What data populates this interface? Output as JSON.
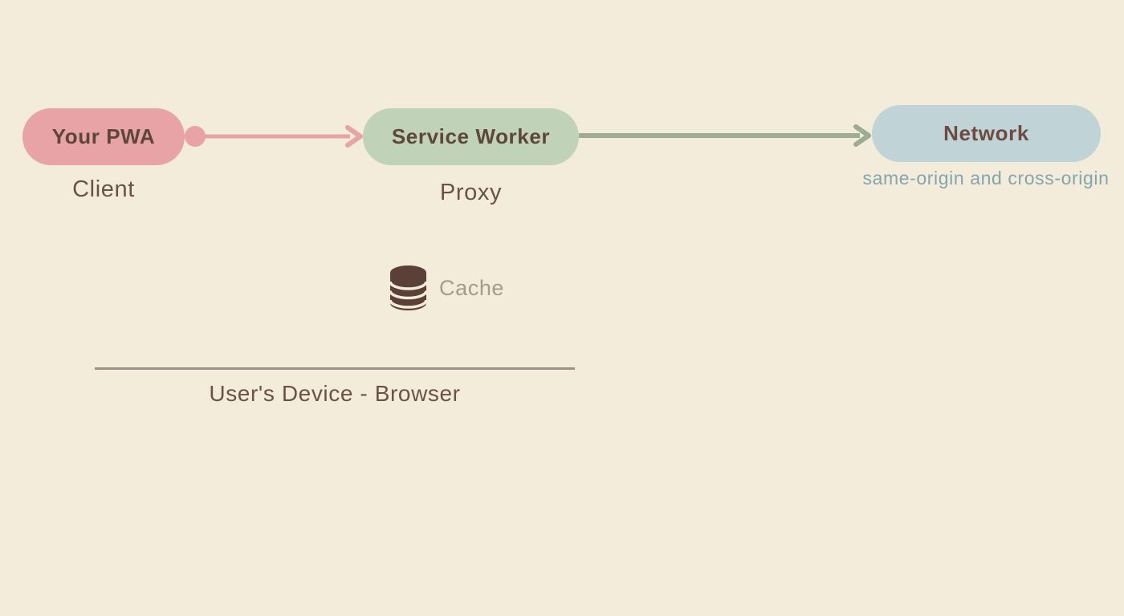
{
  "colors": {
    "background": "#f4ecdb",
    "pink": "#e8a3a7",
    "green_pill": "#c1d3b7",
    "green_arrow": "#9dac94",
    "blue_pill": "#c0d4d8",
    "pill_text_brown": "#5d463c",
    "network_text_brown": "#6e4a41",
    "sublabel_brown": "#6a5247",
    "origin_blue": "#83a5af",
    "cache_icon_brown": "#5a4038",
    "cache_label_gray": "#a49a90",
    "device_line_brown": "#a18f87"
  },
  "nodes": {
    "pwa": {
      "label": "Your PWA",
      "sublabel": "Client"
    },
    "service_worker": {
      "label": "Service Worker",
      "sublabel": "Proxy"
    },
    "network": {
      "label": "Network",
      "sublabel": "same-origin and cross-origin"
    }
  },
  "cache": {
    "label": "Cache",
    "icon": "database-icon"
  },
  "device": {
    "label": "User's Device - Browser"
  }
}
